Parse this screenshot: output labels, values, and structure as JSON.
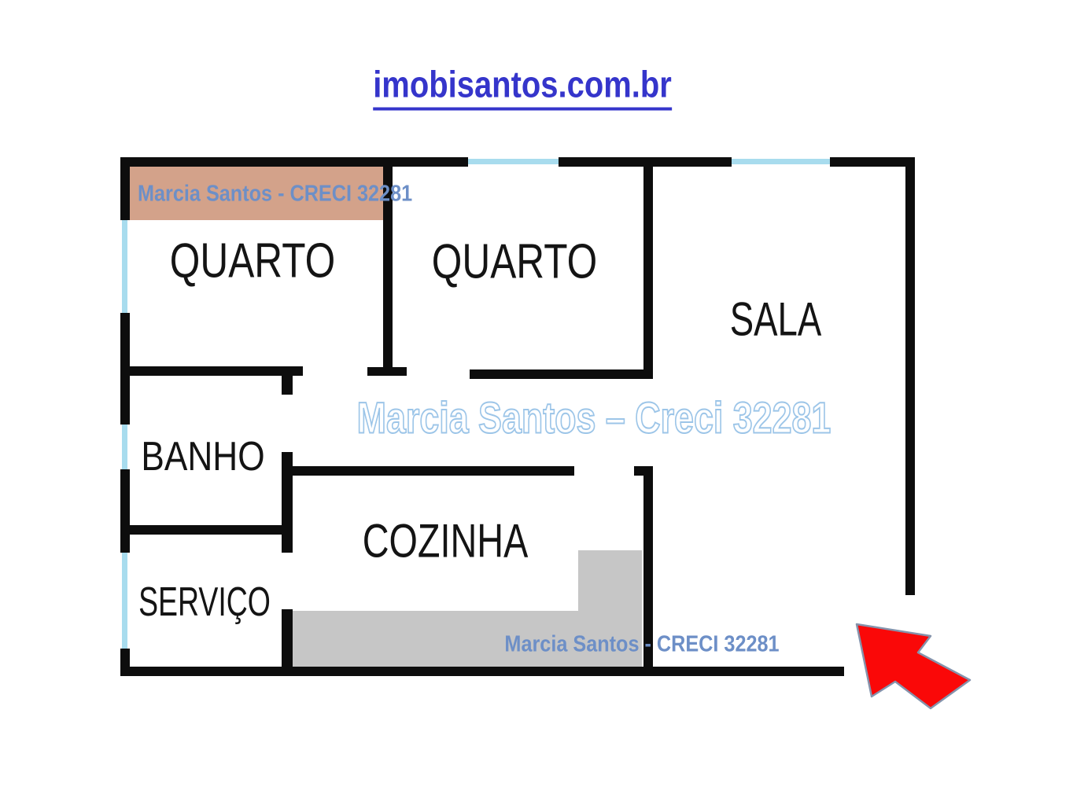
{
  "header": {
    "site": "imobisantos.com.br"
  },
  "watermarks": {
    "top": "Marcia Santos - CRECI 32281",
    "middle": "Marcia Santos – Creci 32281",
    "bottom": "Marcia Santos - CRECI 32281"
  },
  "rooms": [
    {
      "id": "quarto-1",
      "label": "QUARTO"
    },
    {
      "id": "quarto-2",
      "label": "QUARTO"
    },
    {
      "id": "sala",
      "label": "SALA"
    },
    {
      "id": "banho",
      "label": "BANHO"
    },
    {
      "id": "cozinha",
      "label": "COZINHA"
    },
    {
      "id": "servico",
      "label": "SERVIÇO"
    }
  ],
  "icons": {
    "entrance_arrow": "red-arrow-pointing-entrance"
  },
  "colors": {
    "wall": "#0d0d0d",
    "window": "#a8dcee",
    "title_blue": "#3535cb",
    "watermark_blue": "#6d8fc7",
    "watermark_outline": "#9cc5e8",
    "highlight_band": "#d3a28a",
    "counter_gray": "#c6c6c6",
    "arrow_red": "#fa0808",
    "arrow_outline": "#8593ac"
  }
}
